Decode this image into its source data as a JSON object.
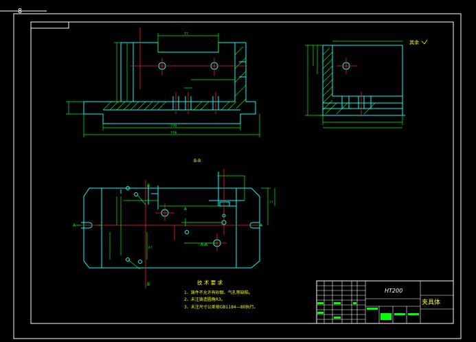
{
  "ucs_marker": "8",
  "section_label": "B-B",
  "roughness_note": "其余",
  "section_markers": {
    "a_left": "A",
    "a_right": "A",
    "a_mid": "A",
    "a_section": "A-A",
    "b_top": "B",
    "b_bottom": "B"
  },
  "tech_requirements": {
    "title": "技 术 要 求",
    "items": [
      "1、铸件不允许有砂眼、气孔等缺陷。",
      "2、未注铸造圆角R3。",
      "3、未注尺寸公差按GB1184—80执行。"
    ]
  },
  "title_block": {
    "material": "HT200",
    "part_name": "夹具体"
  },
  "colors": {
    "background": "#000000",
    "border": "#ffffff",
    "part": "#00ffff",
    "center": "#ff2020",
    "dimension": "#00ff00",
    "text": "#ffff00",
    "hatch": "#00ff00"
  }
}
